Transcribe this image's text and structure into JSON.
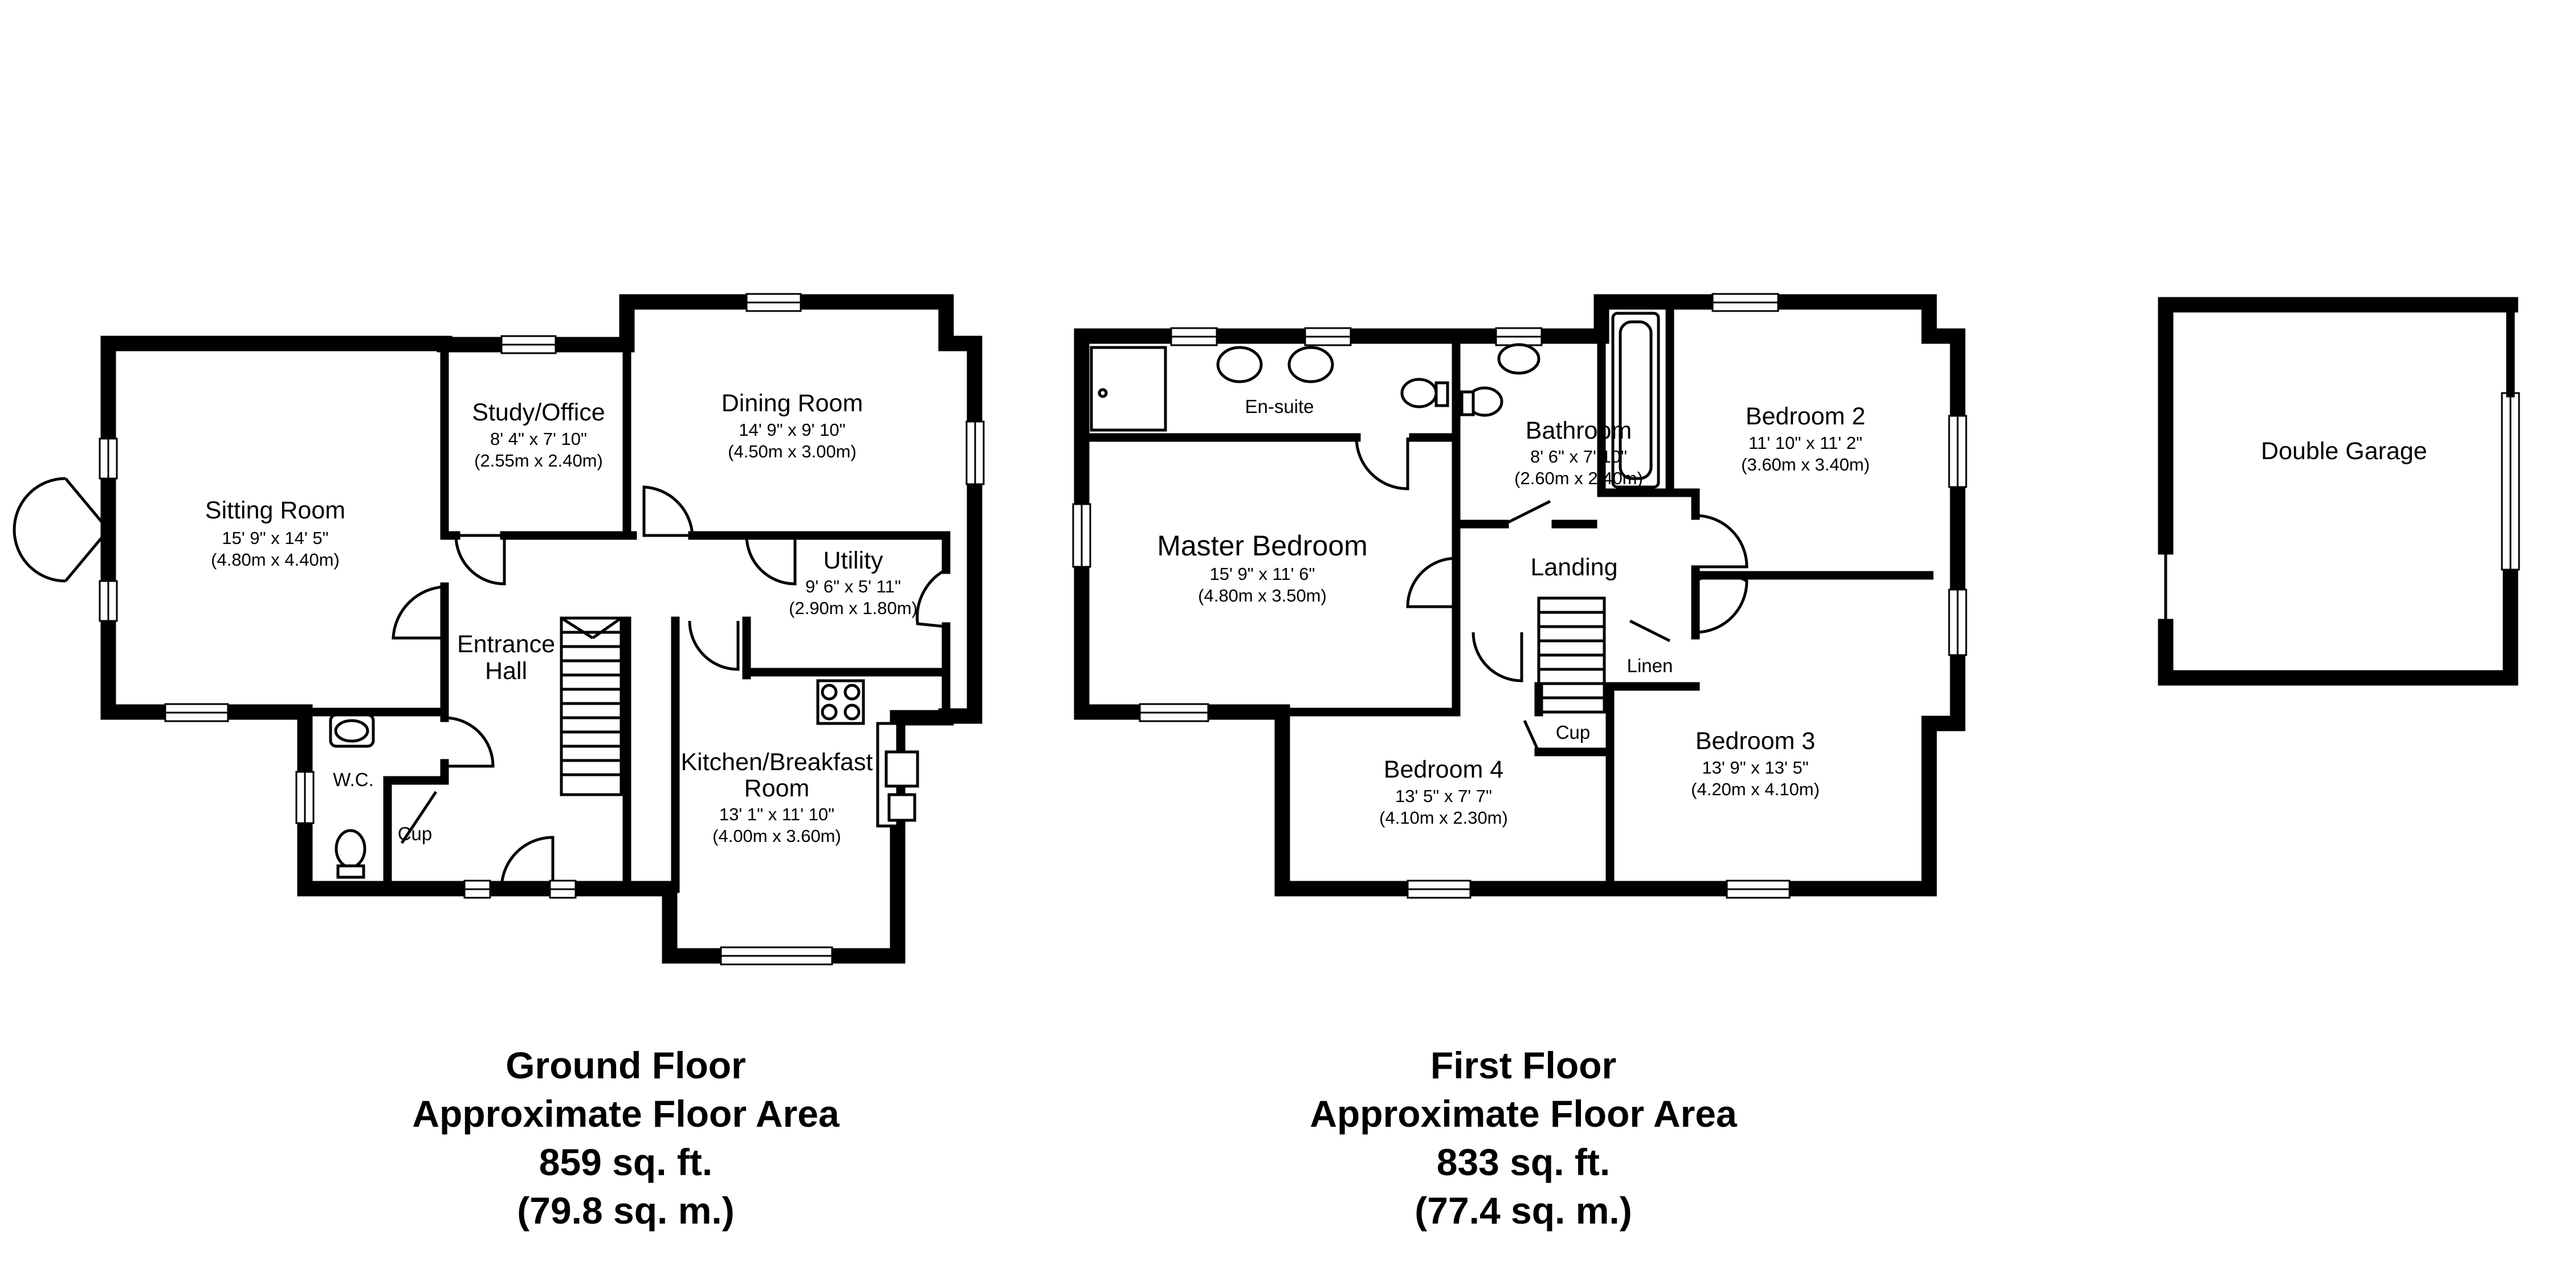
{
  "ground_floor": {
    "rooms": {
      "sitting_room": {
        "name": "Sitting Room",
        "imperial": "15' 9\" x 14' 5\"",
        "metric": "(4.80m x 4.40m)"
      },
      "study": {
        "name": "Study/Office",
        "imperial": "8' 4\" x 7' 10\"",
        "metric": "(2.55m x 2.40m)"
      },
      "dining_room": {
        "name": "Dining Room",
        "imperial": "14' 9\" x 9' 10\"",
        "metric": "(4.50m x 3.00m)"
      },
      "utility": {
        "name": "Utility",
        "imperial": "9' 6\" x 5' 11\"",
        "metric": "(2.90m x 1.80m)"
      },
      "entrance_hall": {
        "name_line1": "Entrance",
        "name_line2": "Hall"
      },
      "kitchen": {
        "name_line1": "Kitchen/Breakfast",
        "name_line2": "Room",
        "imperial": "13' 1\" x 11' 10\"",
        "metric": "(4.00m x 3.60m)"
      },
      "wc": {
        "name": "W.C."
      },
      "cupboard": {
        "name": "Cup"
      }
    },
    "caption": {
      "line1": "Ground Floor",
      "line2": "Approximate Floor Area",
      "line3": "859 sq. ft.",
      "line4": "(79.8 sq. m.)"
    }
  },
  "first_floor": {
    "rooms": {
      "ensuite": {
        "name": "En-suite"
      },
      "bathroom": {
        "name": "Bathroom",
        "imperial": "8' 6\" x 7' 10\"",
        "metric": "(2.60m x 2.40m)"
      },
      "bedroom2": {
        "name": "Bedroom 2",
        "imperial": "11' 10\" x 11' 2\"",
        "metric": "(3.60m x 3.40m)"
      },
      "master": {
        "name": "Master Bedroom",
        "imperial": "15' 9\" x 11' 6\"",
        "metric": "(4.80m x 3.50m)"
      },
      "landing": {
        "name": "Landing"
      },
      "linen": {
        "name": "Linen"
      },
      "cupboard": {
        "name": "Cup"
      },
      "bedroom4": {
        "name": "Bedroom 4",
        "imperial": "13' 5\" x 7' 7\"",
        "metric": "(4.10m x 2.30m)"
      },
      "bedroom3": {
        "name": "Bedroom 3",
        "imperial": "13' 9\" x 13' 5\"",
        "metric": "(4.20m x 4.10m)"
      }
    },
    "caption": {
      "line1": "First Floor",
      "line2": "Approximate Floor Area",
      "line3": "833 sq. ft.",
      "line4": "(77.4 sq. m.)"
    }
  },
  "garage": {
    "name": "Double Garage"
  }
}
